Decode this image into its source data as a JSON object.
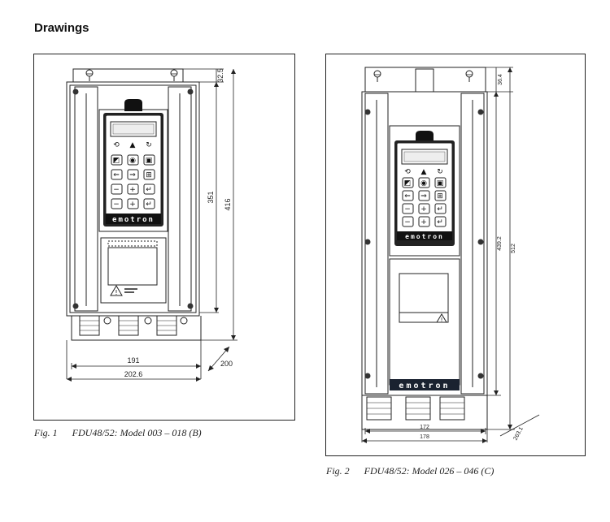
{
  "page": {
    "heading": "Drawings"
  },
  "figures": [
    {
      "number": "Fig. 1",
      "caption": "FDU48/52: Model 003 – 018 (B)",
      "dimensions": {
        "top_offset": "32.5",
        "inner_height": "351",
        "total_height": "416",
        "inner_width": "191",
        "total_width": "202.6",
        "depth": "200"
      },
      "keypad": {
        "row1": [
          "⟲",
          "▲",
          "↻"
        ],
        "row2": [
          "◩",
          "◉",
          "▣"
        ],
        "row3": [
          "⇐",
          "⇒",
          "⊞"
        ],
        "row4": [
          "−",
          "+",
          "↵"
        ]
      },
      "brand": "emotron"
    },
    {
      "number": "Fig. 2",
      "caption": "FDU48/52: Model 026 – 046 (C)",
      "dimensions": {
        "top_offset": "36.4",
        "inner_height": "439.2",
        "total_height": "512",
        "inner_width": "172",
        "total_width": "178",
        "depth": "263.1"
      },
      "keypad": {
        "row1": [
          "⟲",
          "▲",
          "↻"
        ],
        "row2": [
          "◩",
          "◉",
          "▣"
        ],
        "row3": [
          "⇐",
          "⇒",
          "⊞"
        ],
        "row4": [
          "−",
          "+",
          "↵"
        ]
      },
      "brand": "emotron"
    }
  ]
}
